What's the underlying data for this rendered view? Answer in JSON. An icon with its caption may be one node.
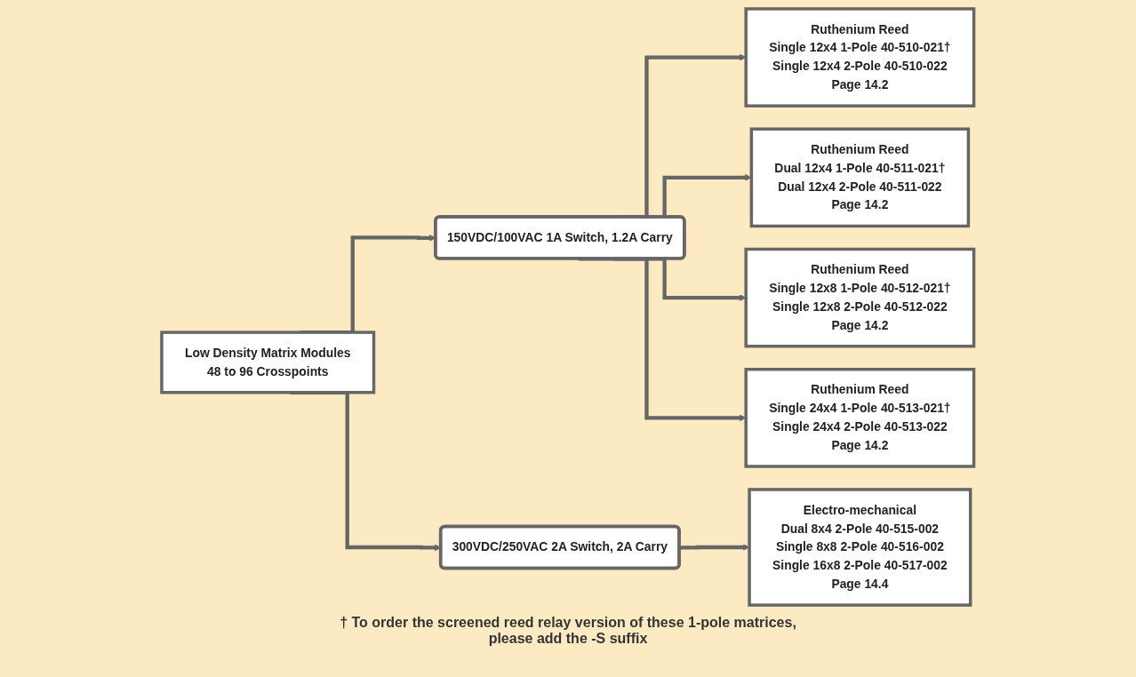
{
  "diagram": {
    "nodes": [
      {
        "text": [
          "Low Density Matrix Modules",
          "48 to 96 Crosspoints"
        ]
      },
      {
        "text": [
          "150VDC/100VAC 1A Switch, 1.2A Carry"
        ]
      },
      {
        "text": [
          "300VDC/250VAC 2A Switch, 2A Carry"
        ]
      },
      {
        "text": [
          "Ruthenium Reed",
          "Single 12x4 1-Pole 40-510-021†",
          "Single 12x4 2-Pole 40-510-022",
          "Page 14.2"
        ]
      },
      {
        "text": [
          "Ruthenium Reed",
          "Dual 12x4 1-Pole 40-511-021†",
          "Dual 12x4 2-Pole 40-511-022",
          "Page 14.2"
        ]
      },
      {
        "text": [
          "Ruthenium Reed",
          "Single 12x8 1-Pole 40-512-021†",
          "Single 12x8 2-Pole 40-512-022",
          "Page 14.2"
        ]
      },
      {
        "text": [
          "Ruthenium Reed",
          "Single 24x4 1-Pole 40-513-021†",
          "Single 24x4 2-Pole 40-513-022",
          "Page 14.2"
        ]
      },
      {
        "text": [
          "Electro-mechanical",
          "Dual 8x4 2-Pole 40-515-002",
          "Single 8x8 2-Pole 40-516-002",
          "Single 16x8 2-Pole 40-517-002",
          "Page 14.4"
        ]
      }
    ],
    "edges": [
      {
        "from": 0,
        "to": 1,
        "arrow": "to"
      },
      {
        "from": 0,
        "to": 2,
        "arrow": "to"
      },
      {
        "from": 1,
        "to": 3,
        "arrow": "to"
      },
      {
        "from": 1,
        "to": 4,
        "arrow": "to"
      },
      {
        "from": 1,
        "to": 5,
        "arrow": "to"
      },
      {
        "from": 1,
        "to": 6,
        "arrow": "to"
      },
      {
        "from": 2,
        "to": 7,
        "arrow": "to"
      }
    ],
    "labels": [
      "† To order the screened reed relay version of these 1-pole matrices, please add the -S suffix"
    ]
  }
}
